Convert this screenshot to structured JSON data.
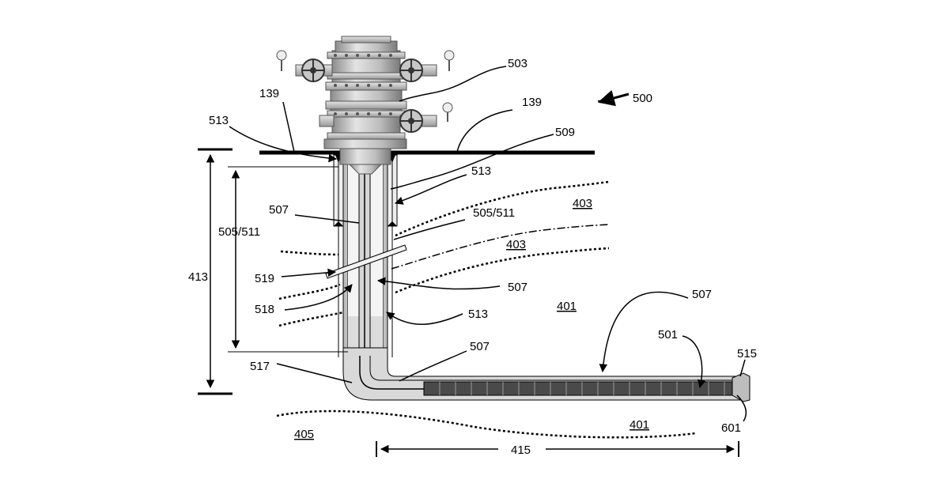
{
  "figure": {
    "labels": {
      "l500": "500",
      "l503": "503",
      "l139a": "139",
      "l139b": "139",
      "l509": "509",
      "l513a": "513",
      "l513b": "513",
      "l513c": "513",
      "l403a": "403",
      "l403b": "403",
      "l507a": "507",
      "l507b": "507",
      "l507c": "507",
      "l507d": "507",
      "l505a": "505/511",
      "l505b": "505/511",
      "l413": "413",
      "l519": "519",
      "l518": "518",
      "l401a": "401",
      "l401b": "401",
      "l501": "501",
      "l515": "515",
      "l517": "517",
      "l601": "601",
      "l405": "405",
      "l415": "415"
    },
    "colors": {
      "ink": "#000000",
      "steel_light": "#d9d9d9",
      "steel_mid": "#a8a8a8",
      "steel_dark": "#7a7a7a",
      "cement": "#e6e6e6",
      "wellbore_fill": "#cfcfcf",
      "tool_body": "#3a3a3a"
    }
  }
}
